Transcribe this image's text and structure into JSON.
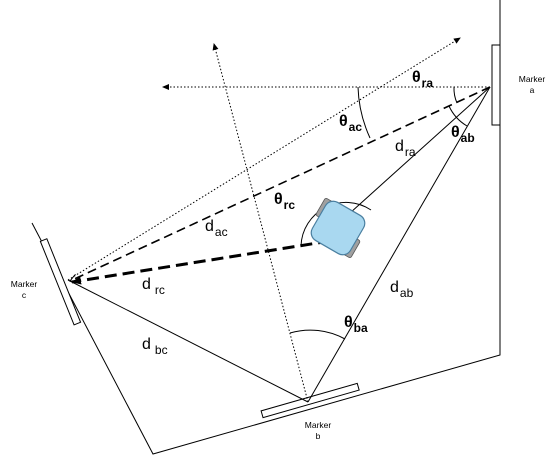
{
  "markers": {
    "a": {
      "line1": "Marker",
      "line2": "a"
    },
    "b": {
      "line1": "Marker",
      "line2": "b"
    },
    "c": {
      "line1": "Marker",
      "line2": "c"
    }
  },
  "distances": {
    "d_ac": {
      "symbol": "d",
      "sub": "ac"
    },
    "d_rc": {
      "symbol": "d",
      "sub": "rc"
    },
    "d_ra": {
      "symbol": "d",
      "sub": "ra"
    },
    "d_ab": {
      "symbol": "d",
      "sub": "ab"
    },
    "d_bc": {
      "symbol": "d",
      "sub": "bc"
    }
  },
  "angles": {
    "theta_ra": {
      "symbol": "θ",
      "sub": "ra"
    },
    "theta_ac": {
      "symbol": "θ",
      "sub": "ac"
    },
    "theta_ab": {
      "symbol": "θ",
      "sub": "ab"
    },
    "theta_rc": {
      "symbol": "θ",
      "sub": "rc"
    },
    "theta_ba": {
      "symbol": "θ",
      "sub": "ba"
    }
  },
  "colors": {
    "robot_fill": "#a9d8f0",
    "robot_stroke": "#4a7fa0",
    "wheel_fill": "#a0a0a0",
    "line": "#000000"
  }
}
